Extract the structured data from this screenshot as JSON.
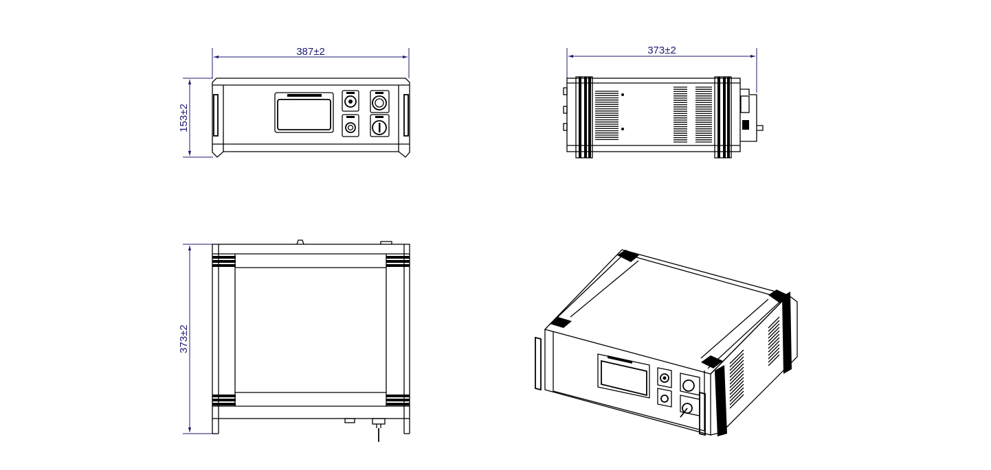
{
  "dimensions": {
    "front_width": "387±2",
    "front_height": "153±2",
    "side_depth": "373±2",
    "top_depth": "373±2"
  },
  "colors": {
    "dimension_line": "#1a1a70",
    "outline": "#000000",
    "background": "#ffffff"
  }
}
